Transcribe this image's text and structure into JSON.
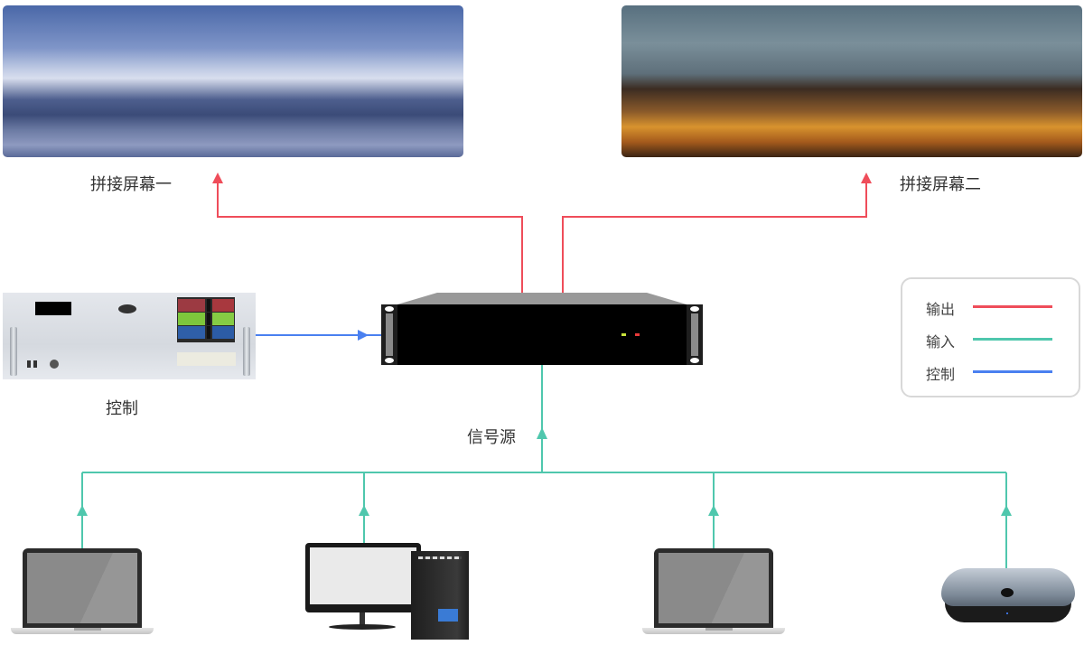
{
  "diagram": {
    "type": "system-topology",
    "colors": {
      "output": "#ef4d5a",
      "input": "#4fc7ad",
      "control": "#4a80f0",
      "legend_border": "#d8d8d8",
      "text": "#333333"
    },
    "displays": [
      {
        "id": "screen-1",
        "label": "拼接屏幕一",
        "image": "snowy-mountains-sea-of-clouds"
      },
      {
        "id": "screen-2",
        "label": "拼接屏幕二",
        "image": "harbor-town-at-night"
      }
    ],
    "control_device": {
      "label": "控制",
      "image": "rack-mount-control-server"
    },
    "center_device": {
      "image": "rack-mount-matrix-switcher",
      "leds": [
        "#c8e23a",
        "#e83a3a"
      ]
    },
    "signal_source_label": "信号源",
    "sources": [
      {
        "id": "laptop-1",
        "type": "laptop"
      },
      {
        "id": "desktop-pc",
        "type": "desktop-computer"
      },
      {
        "id": "laptop-2",
        "type": "laptop"
      },
      {
        "id": "set-top-box",
        "type": "set-top-box"
      }
    ],
    "connections": [
      {
        "from": "center",
        "to": "screen-1",
        "kind": "output"
      },
      {
        "from": "center",
        "to": "screen-2",
        "kind": "output"
      },
      {
        "from": "control",
        "to": "center",
        "kind": "control"
      },
      {
        "from": "laptop-1",
        "to": "center",
        "kind": "input"
      },
      {
        "from": "desktop-pc",
        "to": "center",
        "kind": "input"
      },
      {
        "from": "laptop-2",
        "to": "center",
        "kind": "input"
      },
      {
        "from": "set-top-box",
        "to": "center",
        "kind": "input"
      }
    ]
  },
  "legend": {
    "items": [
      {
        "label": "输出",
        "kind": "output"
      },
      {
        "label": "输入",
        "kind": "input"
      },
      {
        "label": "控制",
        "kind": "control"
      }
    ]
  }
}
